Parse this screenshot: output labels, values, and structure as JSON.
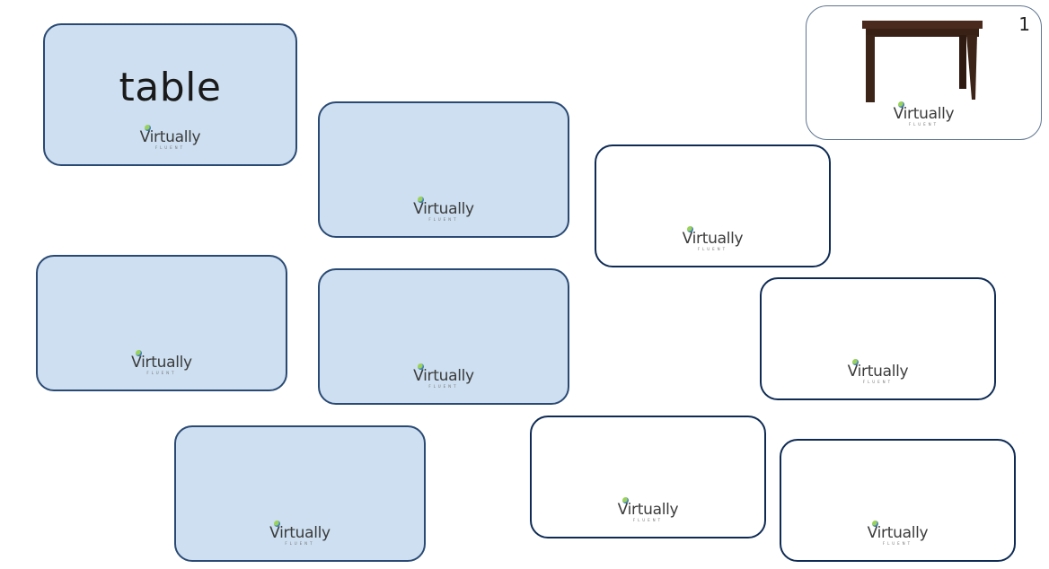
{
  "cards": {
    "front_word": "table",
    "counter": "1",
    "brand_name": "Virtually",
    "brand_tagline": "FLUENT",
    "colors": {
      "card_blue": "#cddff0",
      "card_border": "#0f2b54",
      "table_wood": "#4a2a1c"
    },
    "preview_icon": "table-illustration"
  }
}
